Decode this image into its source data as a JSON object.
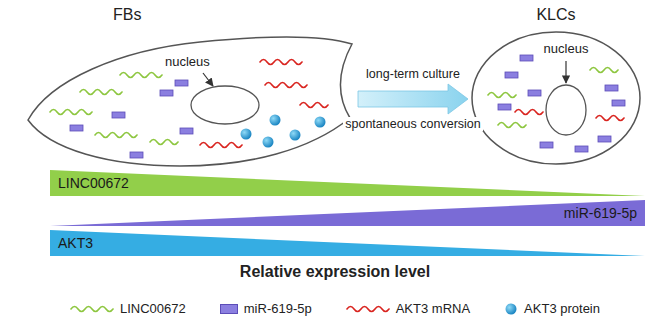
{
  "diagram": {
    "nodes": [
      {
        "text": [
          "FBs",
          "nucleus"
        ]
      },
      {
        "text": [
          "KLCs",
          "nucleus"
        ]
      },
      {
        "text": [
          "LINC00672"
        ]
      },
      {
        "text": [
          "miR-619-5p"
        ]
      },
      {
        "text": [
          "AKT3"
        ]
      }
    ],
    "edges": [
      {
        "from": 0,
        "to": 1,
        "arrow": "to",
        "label": "long-term culture"
      }
    ],
    "labels": [
      "spontaneous conversion",
      "Relative expression level"
    ],
    "legend": [
      {
        "text": "LINC00672"
      },
      {
        "text": "miR-619-5p",
        "color": "#8b7fe0"
      },
      {
        "text": "AKT3 mRNA"
      },
      {
        "text": "AKT3 protein"
      }
    ]
  }
}
